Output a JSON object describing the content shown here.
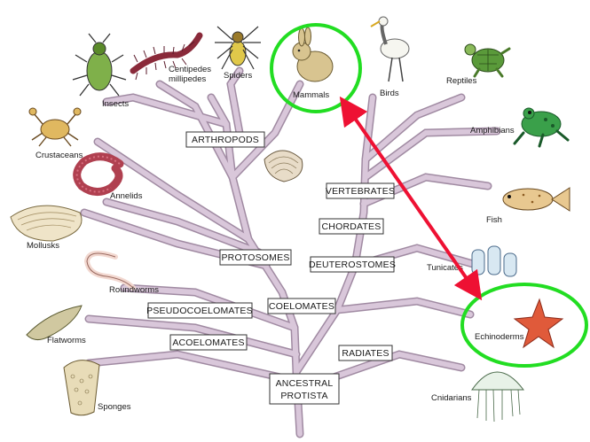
{
  "groups": {
    "arthropods": "ARTHROPODS",
    "vertebrates": "VERTEBRATES",
    "chordates": "CHORDATES",
    "protosomes": "PROTOSOMES",
    "deuterostomes": "DEUTEROSTOMES",
    "coelomates": "COELOMATES",
    "pseudocoelomates": "PSEUDOCOELOMATES",
    "acoelomates": "ACOELOMATES",
    "radiates": "RADIATES",
    "ancestral_line1": "ANCESTRAL",
    "ancestral_line2": "PROTISTA"
  },
  "animals": {
    "insects": "Insects",
    "centipedes_line1": "Centipedes",
    "centipedes_line2": "millipedes",
    "spiders": "Spiders",
    "mammals": "Mammals",
    "birds": "Birds",
    "reptiles": "Reptiles",
    "crustaceans": "Crustaceans",
    "amphibians": "Amphibians",
    "annelids": "Annelids",
    "fish": "Fish",
    "mollusks": "Mollusks",
    "tunicates": "Tunicates",
    "roundworms": "Roundworms",
    "echinoderms": "Echinoderms",
    "flatworms": "Flatworms",
    "sponges": "Sponges",
    "cnidarians": "Cnidarians"
  },
  "colors": {
    "branch": "#d9c7da",
    "branch_edge": "#a08aa2",
    "highlight_circle": "#22dd22",
    "arrow": "#ee1133"
  }
}
